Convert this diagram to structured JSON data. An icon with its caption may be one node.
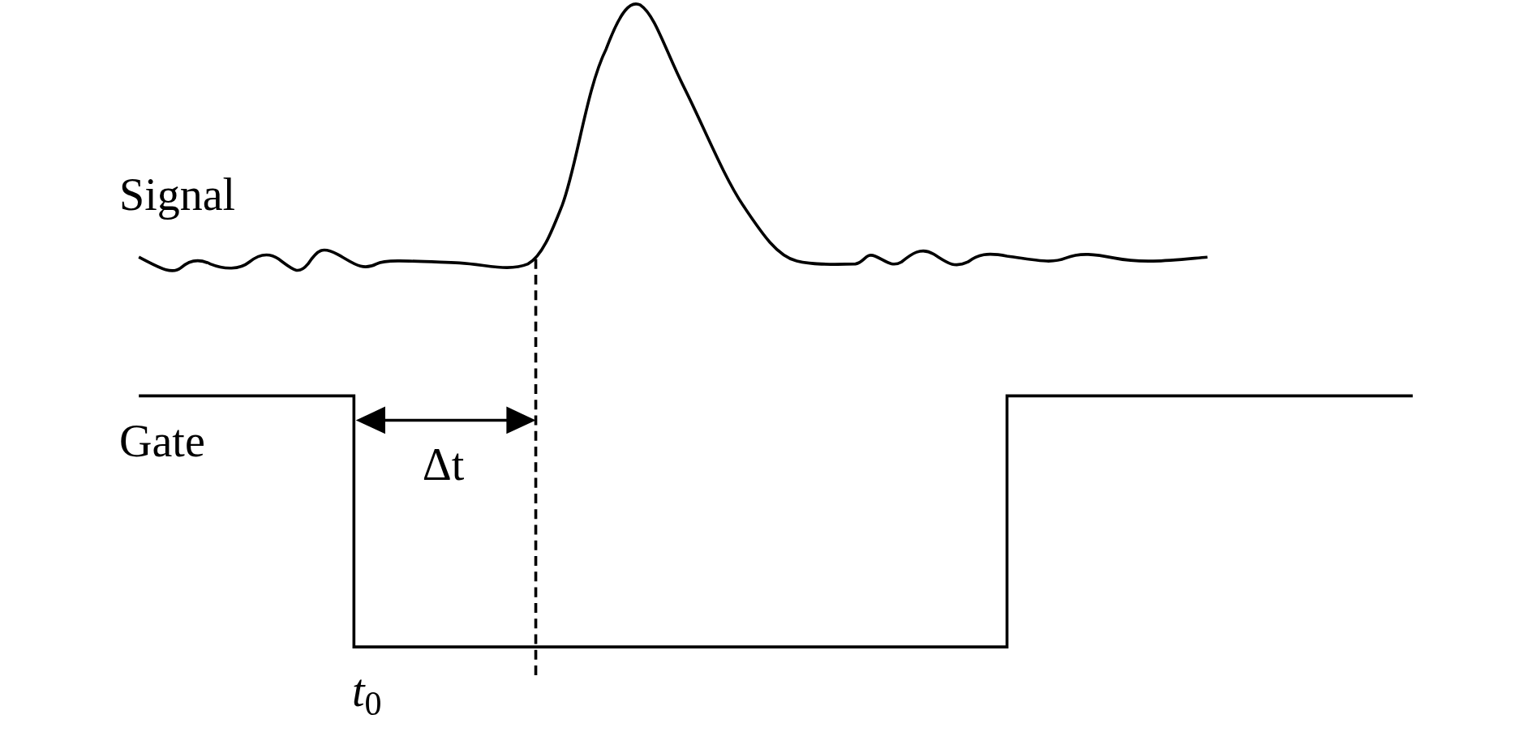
{
  "diagram": {
    "labels": [
      "Signal",
      "Gate",
      "Δt",
      "*t*$_{0}$"
    ]
  }
}
